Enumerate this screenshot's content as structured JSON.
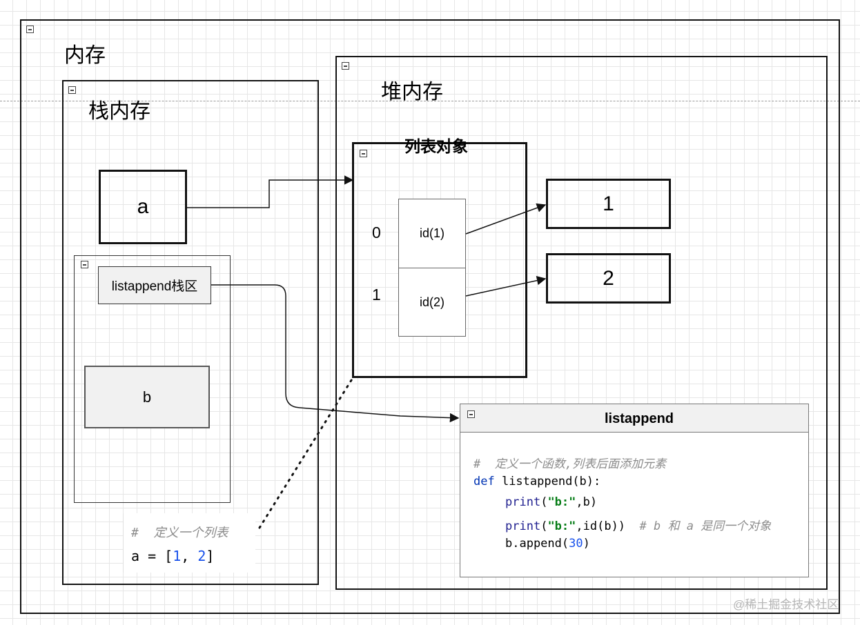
{
  "memory": {
    "title": "内存"
  },
  "stack": {
    "title": "栈内存",
    "var_a": "a"
  },
  "heap": {
    "title": "堆内存"
  },
  "list_object": {
    "title": "列表对象",
    "rows": [
      {
        "index": "0",
        "ref": "id(1)"
      },
      {
        "index": "1",
        "ref": "id(2)"
      }
    ]
  },
  "values": [
    "1",
    "2"
  ],
  "func_stack": {
    "title": "listappend栈区",
    "var_b": "b"
  },
  "snippet_list": {
    "comment": "#  定义一个列表",
    "code_prefix": "a = [",
    "num1": "1",
    "sep": ", ",
    "num2": "2",
    "code_suffix": "]"
  },
  "function_panel": {
    "title": "listappend",
    "line1": "#  定义一个函数,列表后面添加元素",
    "line2_kw": "def",
    "line2_rest": " listappend(b):",
    "line3_fn": "print",
    "line3_open": "(",
    "line3_str": "\"b:\"",
    "line3_rest": ",b)",
    "line4_fn": "print",
    "line4_open": "(",
    "line4_str": "\"b:\"",
    "line4_mid": ",id(b))",
    "line4_comment": "  # b 和 a 是同一个对象",
    "line5_pre": "b.append(",
    "line5_num": "30",
    "line5_post": ")"
  },
  "watermark": "@稀土掘金技术社区"
}
